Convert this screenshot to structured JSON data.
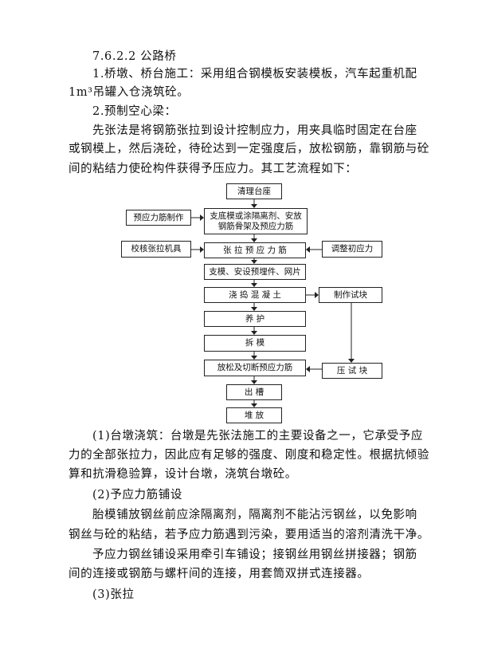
{
  "doc": {
    "section": "7.6.2.2 公路桥",
    "item1_a": "1.桥墩、桥台施工：采用组合钢模板安装模板，汽车起重机配",
    "item1_b": "1m³吊罐入仓浇筑砼。",
    "item2": "2.预制空心梁：",
    "p1_a": "先张法是将钢筋张拉到设计控制应力，用夹具临时固定在台座",
    "p1_b": "或钢模上，然后浇砼，待砼达到一定强度后，放松钢筋，靠钢筋与砼",
    "p1_c": "间的粘结力使砼构件获得予压应力。其工艺流程如下：",
    "s1_title": "(1)台墩浇筑：台墩是先张法施工的主要设备之一，它承受予应",
    "s1_b": "力的全部张拉力，因此应有足够的强度、刚度和稳定性。根据抗倾验",
    "s1_c": "算和抗滑稳验算，设计台墩，浇筑台墩砼。",
    "s2_title": "(2)予应力筋铺设",
    "s2_a": "胎模铺放钢丝前应涂隔离剂，隔离剂不能沾污钢丝，以免影响",
    "s2_b": "钢丝与砼的粘结，若予应力筋遇到污染，要用适当的溶剂清洗干净。",
    "s2_c": "予应力钢丝铺设采用牵引车铺设；接钢丝用钢丝拼接器；钢筋",
    "s2_d": "间的连接或钢筋与螺杆间的连接，用套筒双拼式连接器。",
    "s3_title": "(3)张拉"
  },
  "flow": {
    "n1": "清理台座",
    "n2_a": "支底模或涂隔离剂、安放",
    "n2_b": "钢筋骨架及预应力筋",
    "n3": "张 拉 预 应 力 筋",
    "n4": "支模、安设预埋件、网片",
    "n5": "浇 捣 混 凝 土",
    "n6": "养          护",
    "n7": "拆          模",
    "n8": "放松及切断预应力筋",
    "n9": "出          槽",
    "n10": "堆          放",
    "l1": "预应力筋制作",
    "l2": "校核张拉机具",
    "r1": "调整初应力",
    "r2": "制作试块",
    "r3": "压  试  块"
  }
}
